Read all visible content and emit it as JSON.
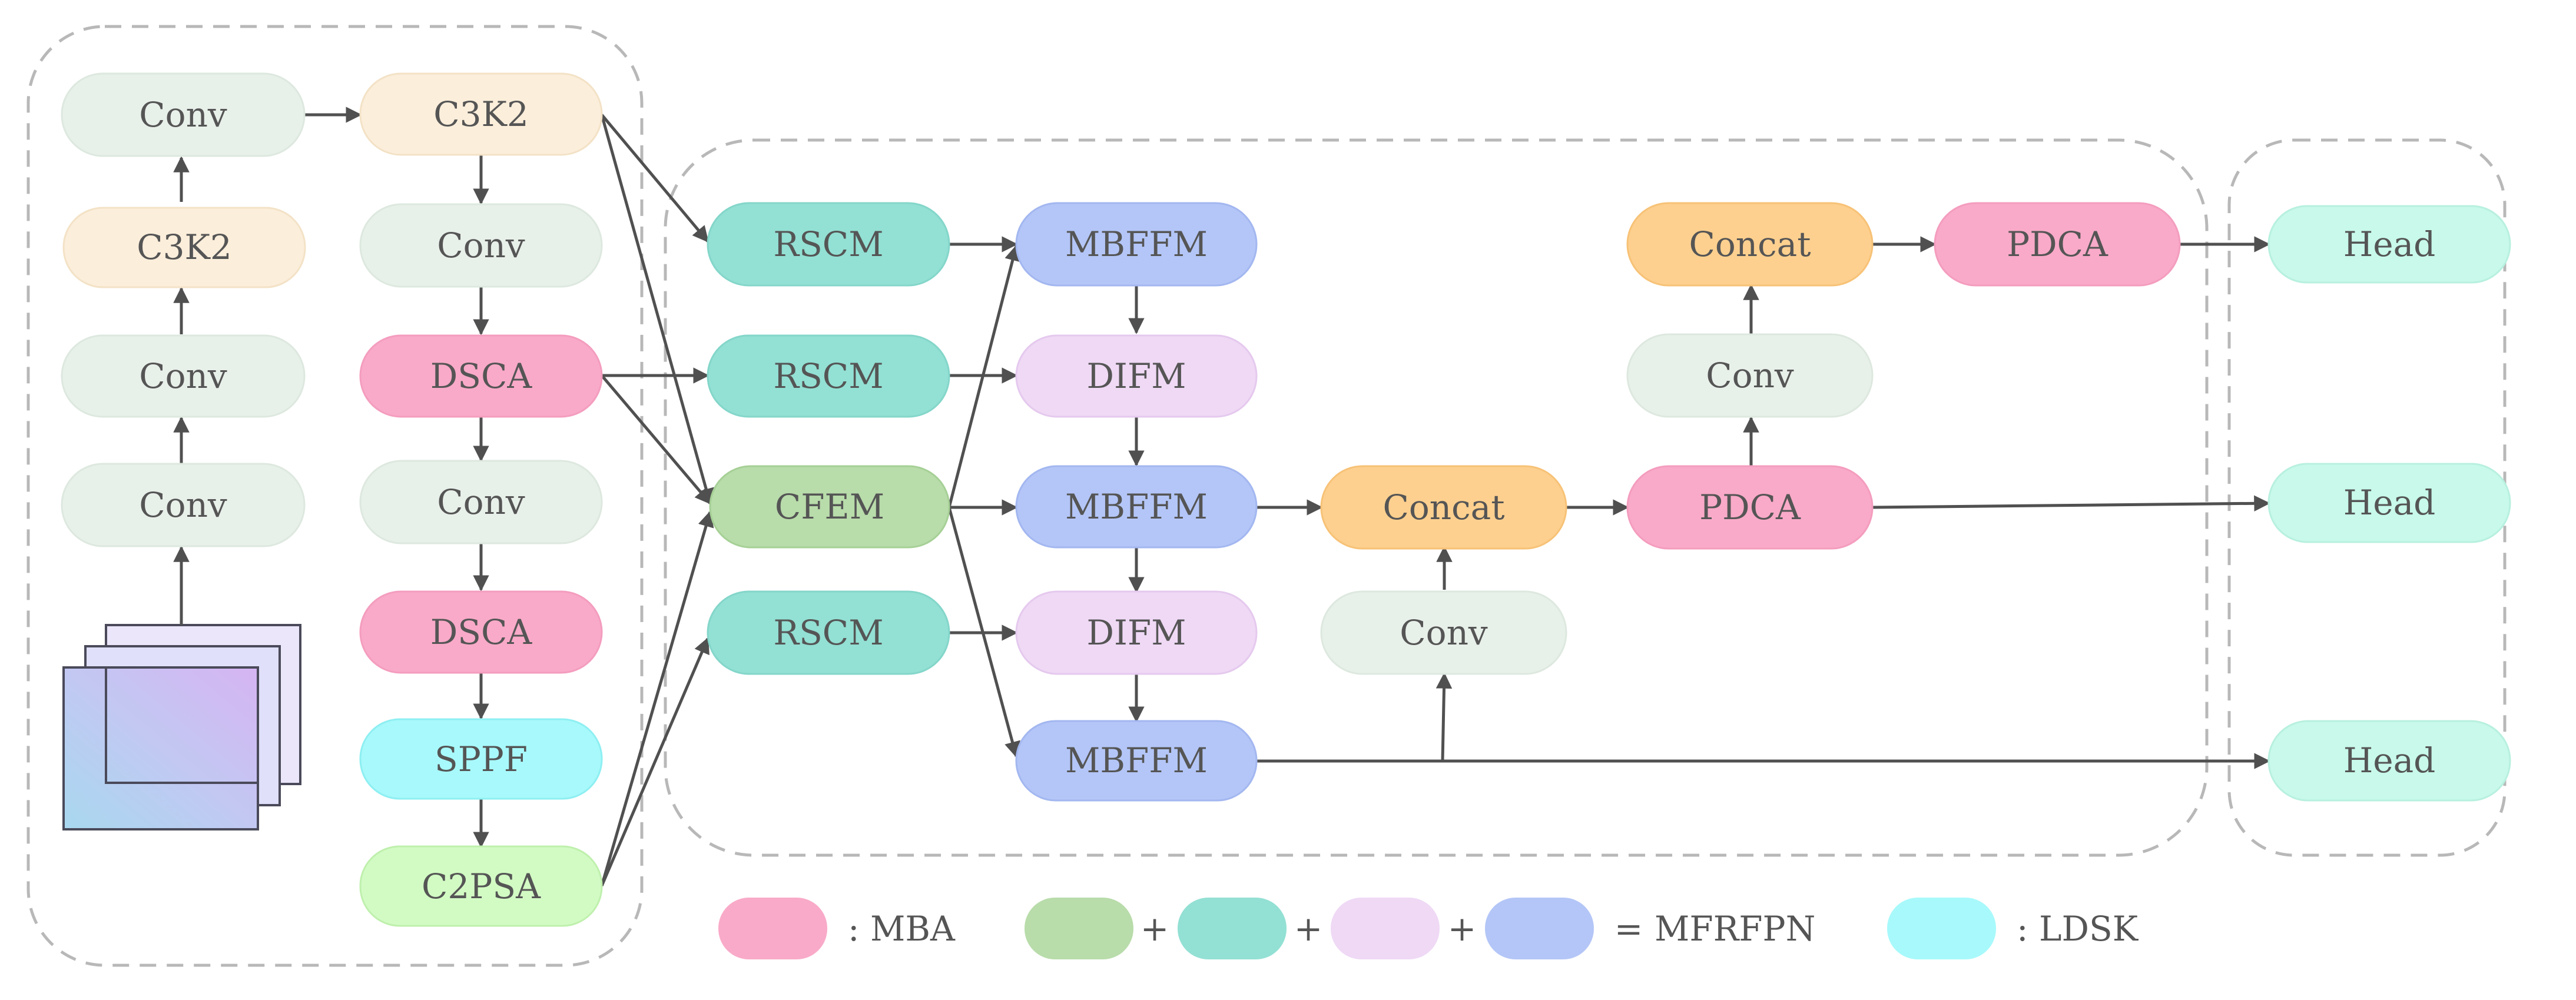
{
  "colors": {
    "conv": "#e8f0ea",
    "c3k2": "#fbeedb",
    "mba": "#f9aac8",
    "ldsk": "#a8f9fb",
    "c2psa": "#d2fbc4",
    "rscm": "#93e0d4",
    "cfem": "#b8dcaa",
    "mbffm": "#b4c6f7",
    "difm": "#efd9f5",
    "concat": "#fdd08f",
    "head": "#c8f9ea",
    "text": "#555555",
    "arrow": "#505050",
    "dashed": "#b8b8b8"
  },
  "backbone": {
    "conv_1": "Conv",
    "c3k2_1": "C3K2",
    "conv_2": "Conv",
    "conv_3": "Conv",
    "c3k2_2": "C3K2",
    "conv_4": "Conv",
    "dsca_1": "DSCA",
    "conv_5": "Conv",
    "dsca_2": "DSCA",
    "sppf": "SPPF",
    "c2psa": "C2PSA"
  },
  "neck": {
    "rscm_1": "RSCM",
    "rscm_2": "RSCM",
    "cfem": "CFEM",
    "rscm_3": "RSCM",
    "mbffm_1": "MBFFM",
    "difm_1": "DIFM",
    "mbffm_2": "MBFFM",
    "difm_2": "DIFM",
    "mbffm_3": "MBFFM",
    "concat_1": "Concat",
    "conv_1": "Conv",
    "pdca_1": "PDCA",
    "conv_2": "Conv",
    "concat_2": "Concat",
    "pdca_2": "PDCA"
  },
  "heads": {
    "head_1": "Head",
    "head_2": "Head",
    "head_3": "Head"
  },
  "legend": {
    "mba_label": ":  MBA",
    "plus": "+",
    "equals": "=",
    "mfrfpn_label": "MFRFPN",
    "ldsk_label": ":  LDSK"
  }
}
